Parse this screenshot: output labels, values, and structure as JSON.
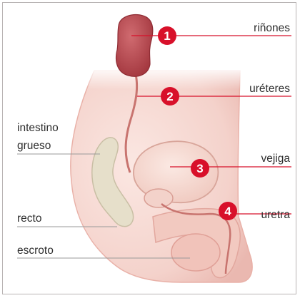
{
  "labels": {
    "kidneys": "riñones",
    "ureters": "uréteres",
    "large_intestine_line1": "intestino",
    "large_intestine_line2": "grueso",
    "bladder": "vejiga",
    "rectum": "recto",
    "urethra": "uretra",
    "scrotum": "escroto"
  },
  "markers": [
    "1",
    "2",
    "3",
    "4"
  ],
  "colors": {
    "marker": "#d8102a",
    "leader_line": "#d8102a",
    "body_skin": "#f6d9d3",
    "kidney": "#b5474e",
    "intestine": "#e3dcc6",
    "label_text": "#2f2f2f"
  }
}
